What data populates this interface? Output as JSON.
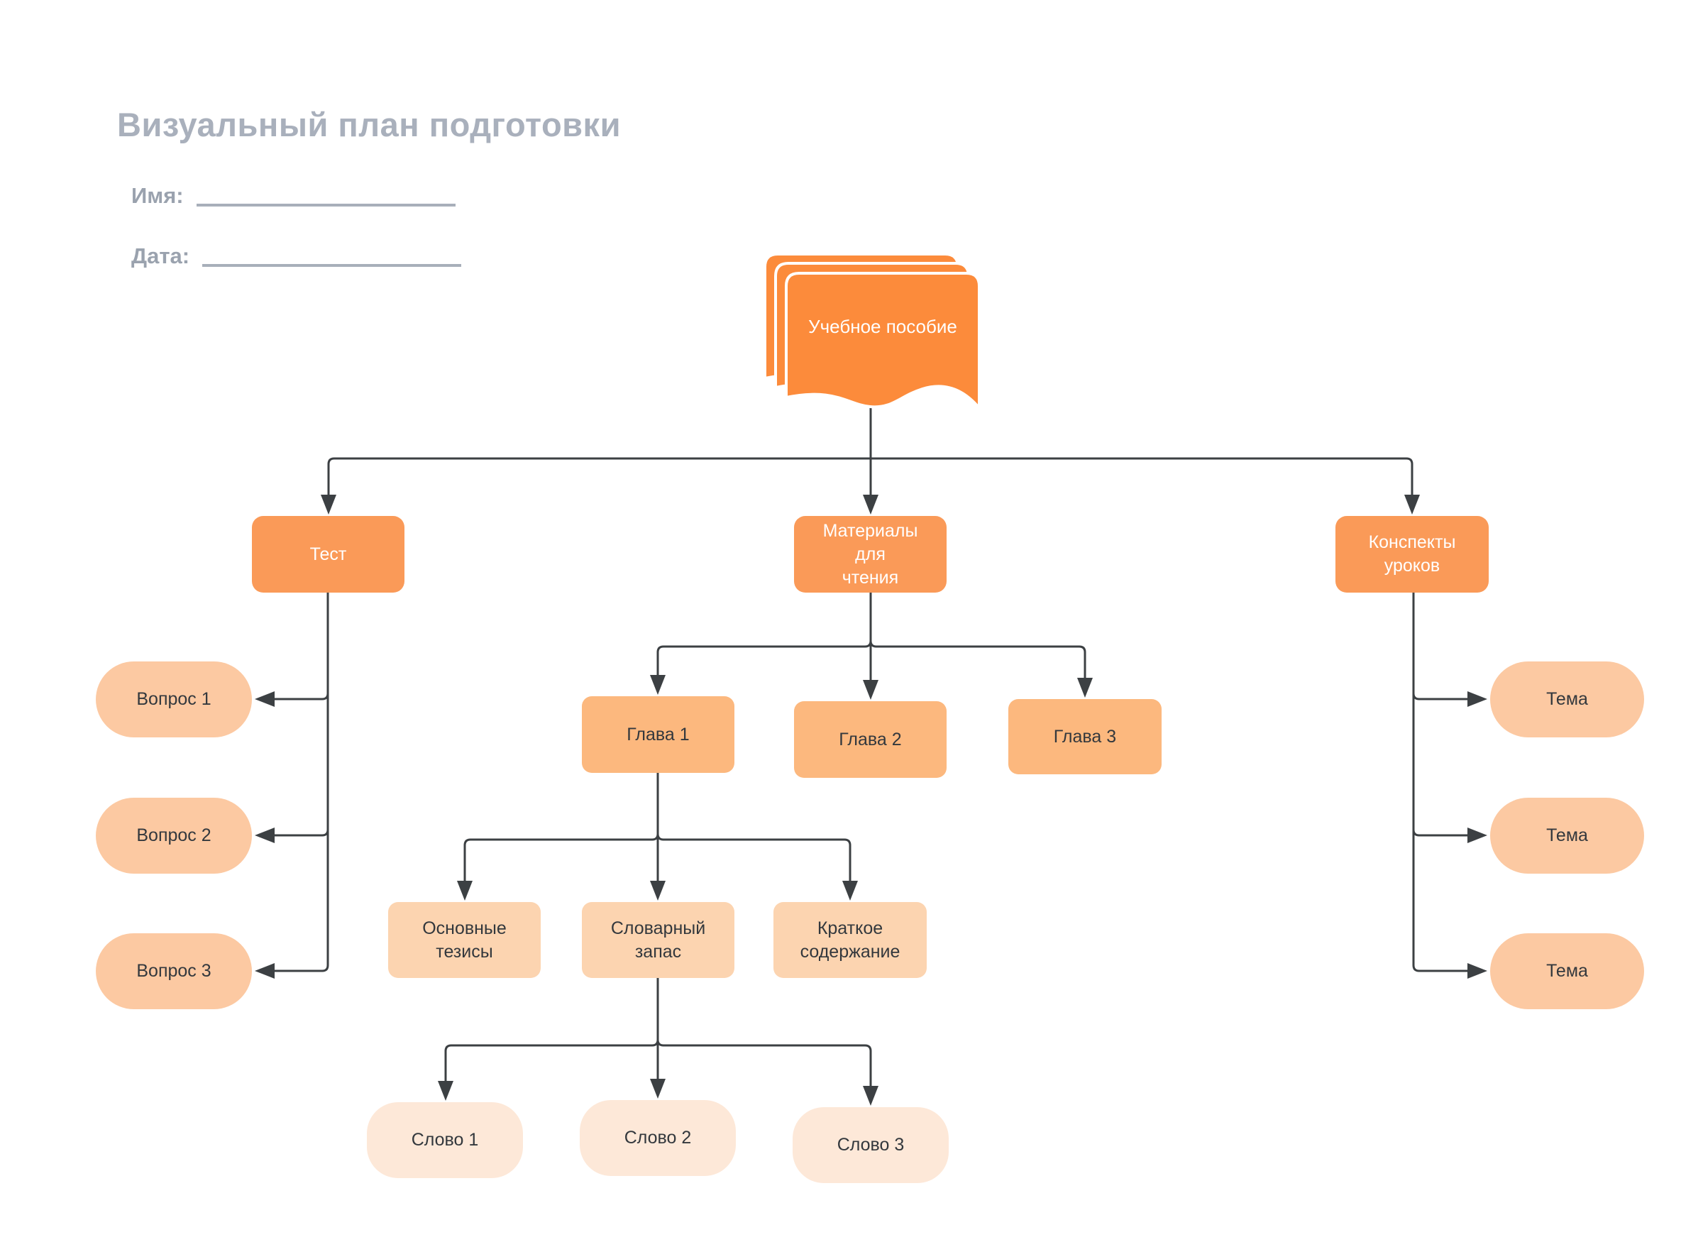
{
  "title": "Визуальный план подготовки",
  "form": {
    "name_label": "Имя:",
    "date_label": "Дата:",
    "name_value": "",
    "date_value": ""
  },
  "colors": {
    "root_fill": "#fc8b3b",
    "level1_fill": "#fa9a58",
    "chapter_fill": "#fcb87e",
    "pill_fill": "#fcc9a2",
    "level3_fill": "#fcd4b0",
    "word_fill": "#fde8d8",
    "connector": "#3c4043",
    "title_text": "#a9b0bc",
    "node_text_dark": "#33383d",
    "node_text_light": "#ffffff"
  },
  "nodes": {
    "root": {
      "label": "Учебное пособие"
    },
    "test": {
      "label": "Тест"
    },
    "reading": {
      "label": "Материалы\nдля\nчтения"
    },
    "notes": {
      "label": "Конспекты\nуроков"
    },
    "questions": [
      "Вопрос 1",
      "Вопрос 2",
      "Вопрос 3"
    ],
    "chapters": [
      "Глава 1",
      "Глава 2",
      "Глава 3"
    ],
    "chapter1_children": [
      "Основные\nтезисы",
      "Словарный\nзапас",
      "Краткое\nсодержание"
    ],
    "words": [
      "Слово 1",
      "Слово 2",
      "Слово 3"
    ],
    "topics": [
      "Тема",
      "Тема",
      "Тема"
    ]
  }
}
